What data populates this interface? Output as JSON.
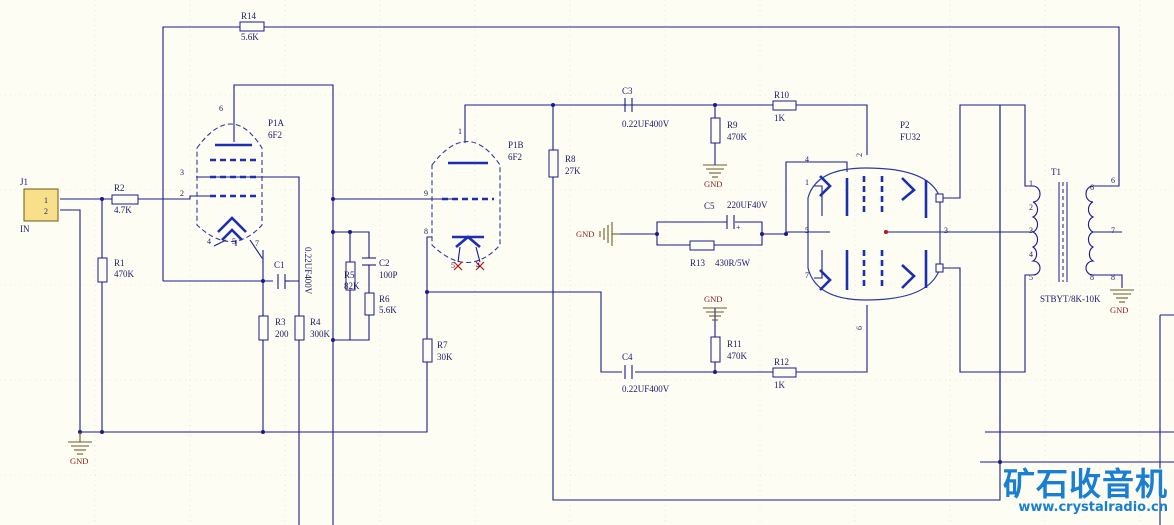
{
  "labels": {
    "J1": "J1",
    "J1_p1": "1",
    "J1_p2": "2",
    "IN": "IN",
    "R14": "R14",
    "R14v": "5.6K",
    "R2": "R2",
    "R2v": "4.7K",
    "R1": "R1",
    "R1v": "470K",
    "P1A": "P1A",
    "P1A_t": "6F2",
    "C1": "C1",
    "C1v": "0.22UF400V",
    "R3": "R3",
    "R3v": "200",
    "R4": "R4",
    "R4v": "300K",
    "R5": "R5",
    "R5v": "82K",
    "C2": "C2",
    "C2v": "100P",
    "R6": "R6",
    "R6v": "5.6K",
    "P1B": "P1B",
    "P1B_t": "6F2",
    "R7": "R7",
    "R7v": "30K",
    "R8": "R8",
    "R8v": "27K",
    "C3": "C3",
    "C3v": "0.22UF400V",
    "R9": "R9",
    "R9v": "470K",
    "R10": "R10",
    "R10v": "1K",
    "C5": "C5",
    "C5v": "220UF40V",
    "R13": "R13",
    "R13v": "430R/5W",
    "C4": "C4",
    "C4v": "0.22UF400V",
    "R11": "R11",
    "R11v": "470K",
    "R12": "R12",
    "R12v": "1K",
    "P2": "P2",
    "P2_t": "FU32",
    "T1": "T1",
    "T1v": "STBYT/8K-10K",
    "GND": "GND"
  },
  "pins": {
    "p6": "6",
    "p3": "3",
    "p2": "2",
    "p4": "4",
    "p5": "5",
    "p7": "7",
    "p1": "1",
    "p9": "9",
    "p8": "8",
    "q4": "4",
    "q2": "2",
    "q1": "1",
    "q5": "5",
    "q7": "7",
    "q6": "6",
    "q3": "3",
    "t1": "1",
    "t2": "2",
    "t3": "3",
    "t4": "4",
    "t5": "5",
    "t6": "6",
    "t7": "7",
    "t8": "8",
    "c5plus": "+"
  },
  "watermark": {
    "title": "矿石收音机",
    "url": "www.crystalradio.cn"
  },
  "colors": {
    "background": "#fdfdf3",
    "wire": "#1a1a8e",
    "tube": "#1c2fb0",
    "gnd_text": "#8a1a1a",
    "watermark": "#1a7fd0"
  }
}
